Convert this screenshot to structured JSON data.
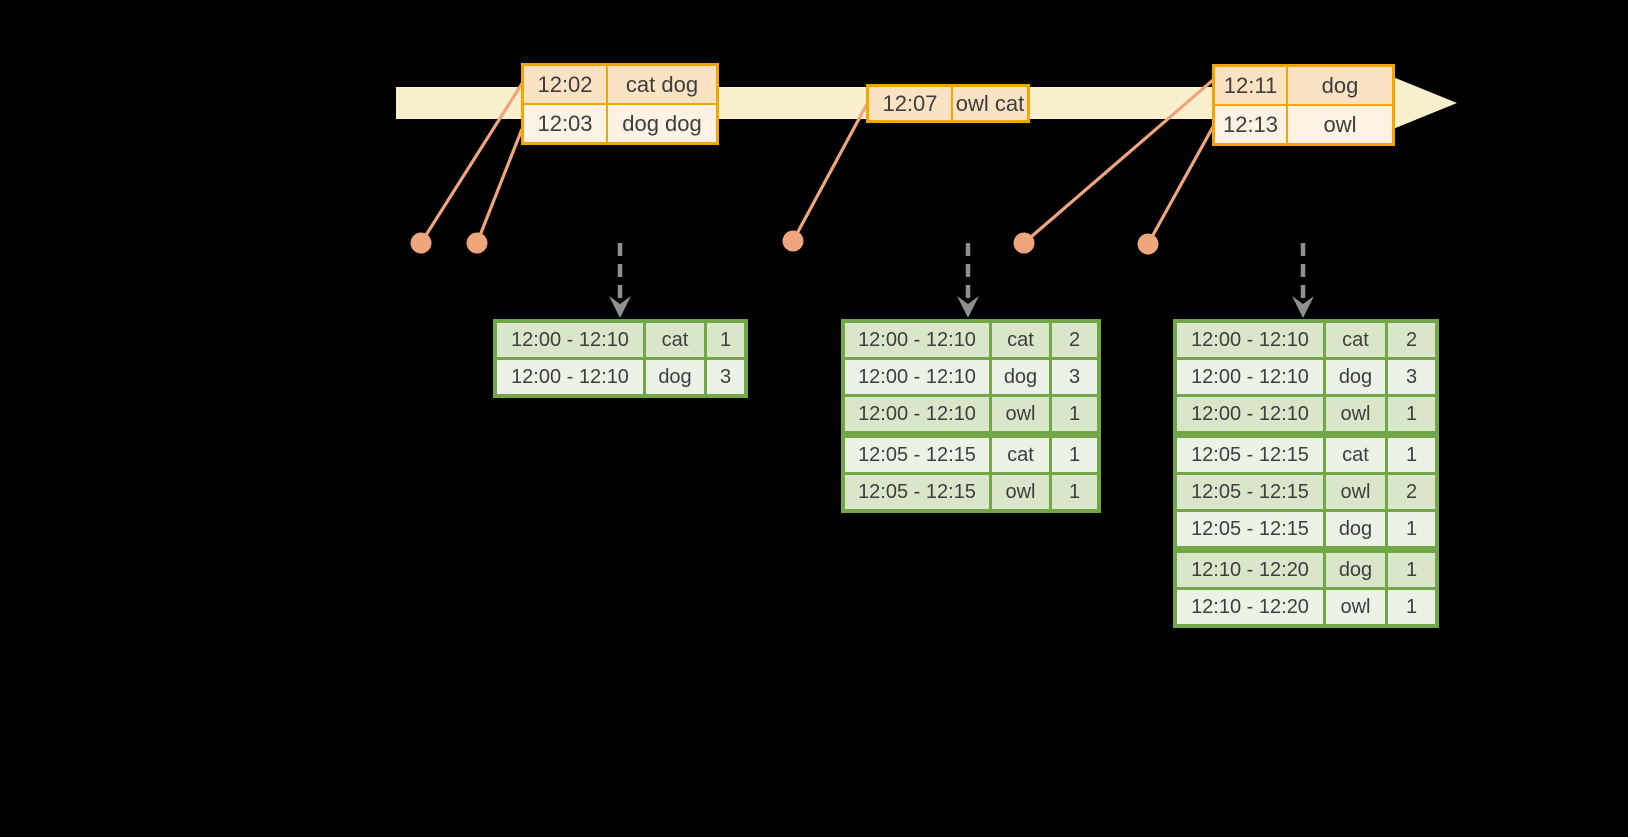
{
  "colors": {
    "background": "#000000",
    "timeline_band": "#FBF0CE",
    "event_table_border": "#F1A602",
    "event_row_fill": "#FBE2C2",
    "event_row_fill_alt": "#FDF2E3",
    "connector_and_dot": "#EFA67C",
    "trigger_arrow_gray": "#8F8F8F",
    "result_table_border": "#71A746",
    "result_row_fill": "#D9E6CA",
    "result_row_fill_alt": "#EDF2E7",
    "text": "#3E3E3E"
  },
  "event_tables": [
    {
      "rows": [
        {
          "time": "12:02",
          "words": "cat dog"
        },
        {
          "time": "12:03",
          "words": "dog dog"
        }
      ]
    },
    {
      "rows": [
        {
          "time": "12:07",
          "words": "owl cat"
        }
      ]
    },
    {
      "rows": [
        {
          "time": "12:11",
          "words": "dog"
        },
        {
          "time": "12:13",
          "words": "owl"
        }
      ]
    }
  ],
  "result_tables": [
    {
      "group_breaks": [],
      "rows": [
        [
          "12:00 - 12:10",
          "cat",
          "1"
        ],
        [
          "12:00 - 12:10",
          "dog",
          "3"
        ]
      ]
    },
    {
      "group_breaks": [
        3
      ],
      "rows": [
        [
          "12:00 - 12:10",
          "cat",
          "2"
        ],
        [
          "12:00 - 12:10",
          "dog",
          "3"
        ],
        [
          "12:00 - 12:10",
          "owl",
          "1"
        ],
        [
          "12:05 - 12:15",
          "cat",
          "1"
        ],
        [
          "12:05 - 12:15",
          "owl",
          "1"
        ]
      ]
    },
    {
      "group_breaks": [
        3,
        6
      ],
      "rows": [
        [
          "12:00 - 12:10",
          "cat",
          "2"
        ],
        [
          "12:00 - 12:10",
          "dog",
          "3"
        ],
        [
          "12:00 - 12:10",
          "owl",
          "1"
        ],
        [
          "12:05 - 12:15",
          "cat",
          "1"
        ],
        [
          "12:05 - 12:15",
          "owl",
          "2"
        ],
        [
          "12:05 - 12:15",
          "dog",
          "1"
        ],
        [
          "12:10 - 12:20",
          "dog",
          "1"
        ],
        [
          "12:10 - 12:20",
          "owl",
          "1"
        ]
      ]
    }
  ]
}
